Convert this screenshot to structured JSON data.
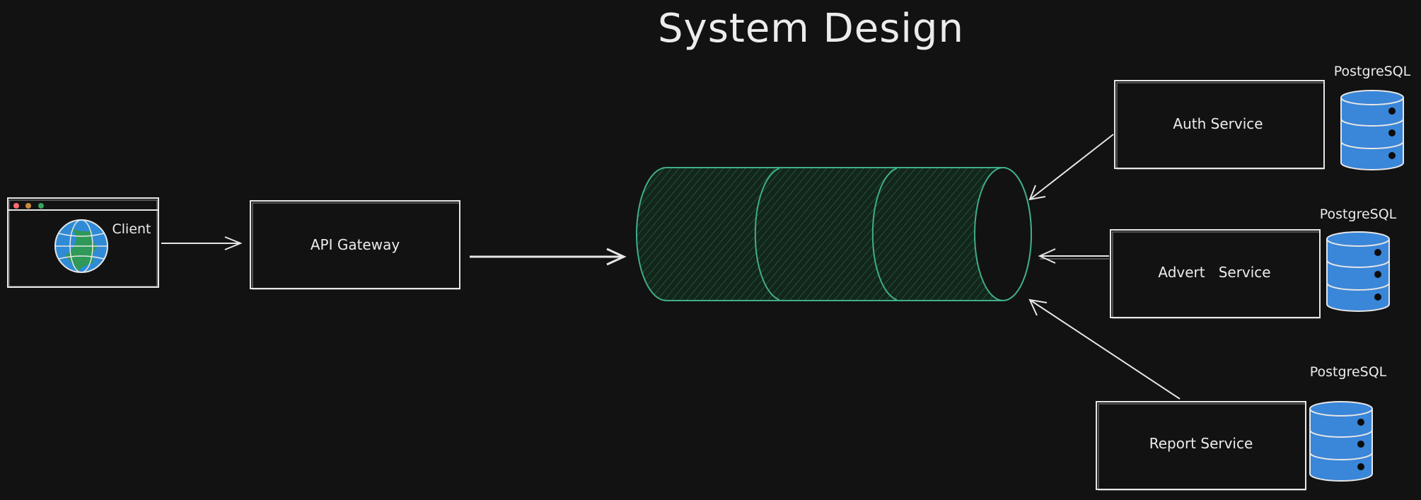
{
  "title": "System Design",
  "client": {
    "label": "Client"
  },
  "gateway": {
    "label": "API Gateway"
  },
  "services": [
    {
      "label": "Auth Service",
      "db_label": "PostgreSQL"
    },
    {
      "label": "Advert   Service",
      "db_label": "PostgreSQL"
    },
    {
      "label": "Report Service",
      "db_label": "PostgreSQL"
    }
  ],
  "colors": {
    "background": "#121212",
    "stroke": "#e6e6e6",
    "queue_stroke": "#3fae86",
    "queue_fill": "#1b3a28",
    "db_fill": "#3a86d8",
    "globe_blue": "#2f8bd6",
    "globe_green": "#2f9a4a",
    "dot_red": "#ff6b6b",
    "dot_yellow": "#c88a3a",
    "dot_green": "#3aa35a"
  }
}
